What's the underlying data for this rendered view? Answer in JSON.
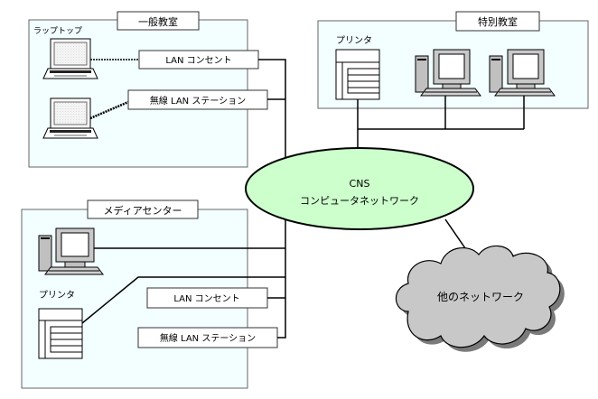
{
  "colors": {
    "room_fill": "#f2feff",
    "cloud_cns_fill": "#ccffcc",
    "cloud_other_fill": "#c8c8c8",
    "line": "#000000"
  },
  "rooms": {
    "general": {
      "title": "一般教室",
      "laptop_label": "ラップトップ",
      "lan_outlet": "LAN コンセント",
      "wireless": "無線 LAN ステーション"
    },
    "special": {
      "title": "特別教室",
      "printer_label": "プリンタ"
    },
    "media": {
      "title": "メディアセンター",
      "printer_label": "プリンタ",
      "lan_outlet": "LAN コンセント",
      "wireless": "無線 LAN ステーション"
    }
  },
  "cns": {
    "line1": "CNS",
    "line2": "コンピュータネットワーク"
  },
  "other_network": {
    "label": "他のネットワーク"
  }
}
